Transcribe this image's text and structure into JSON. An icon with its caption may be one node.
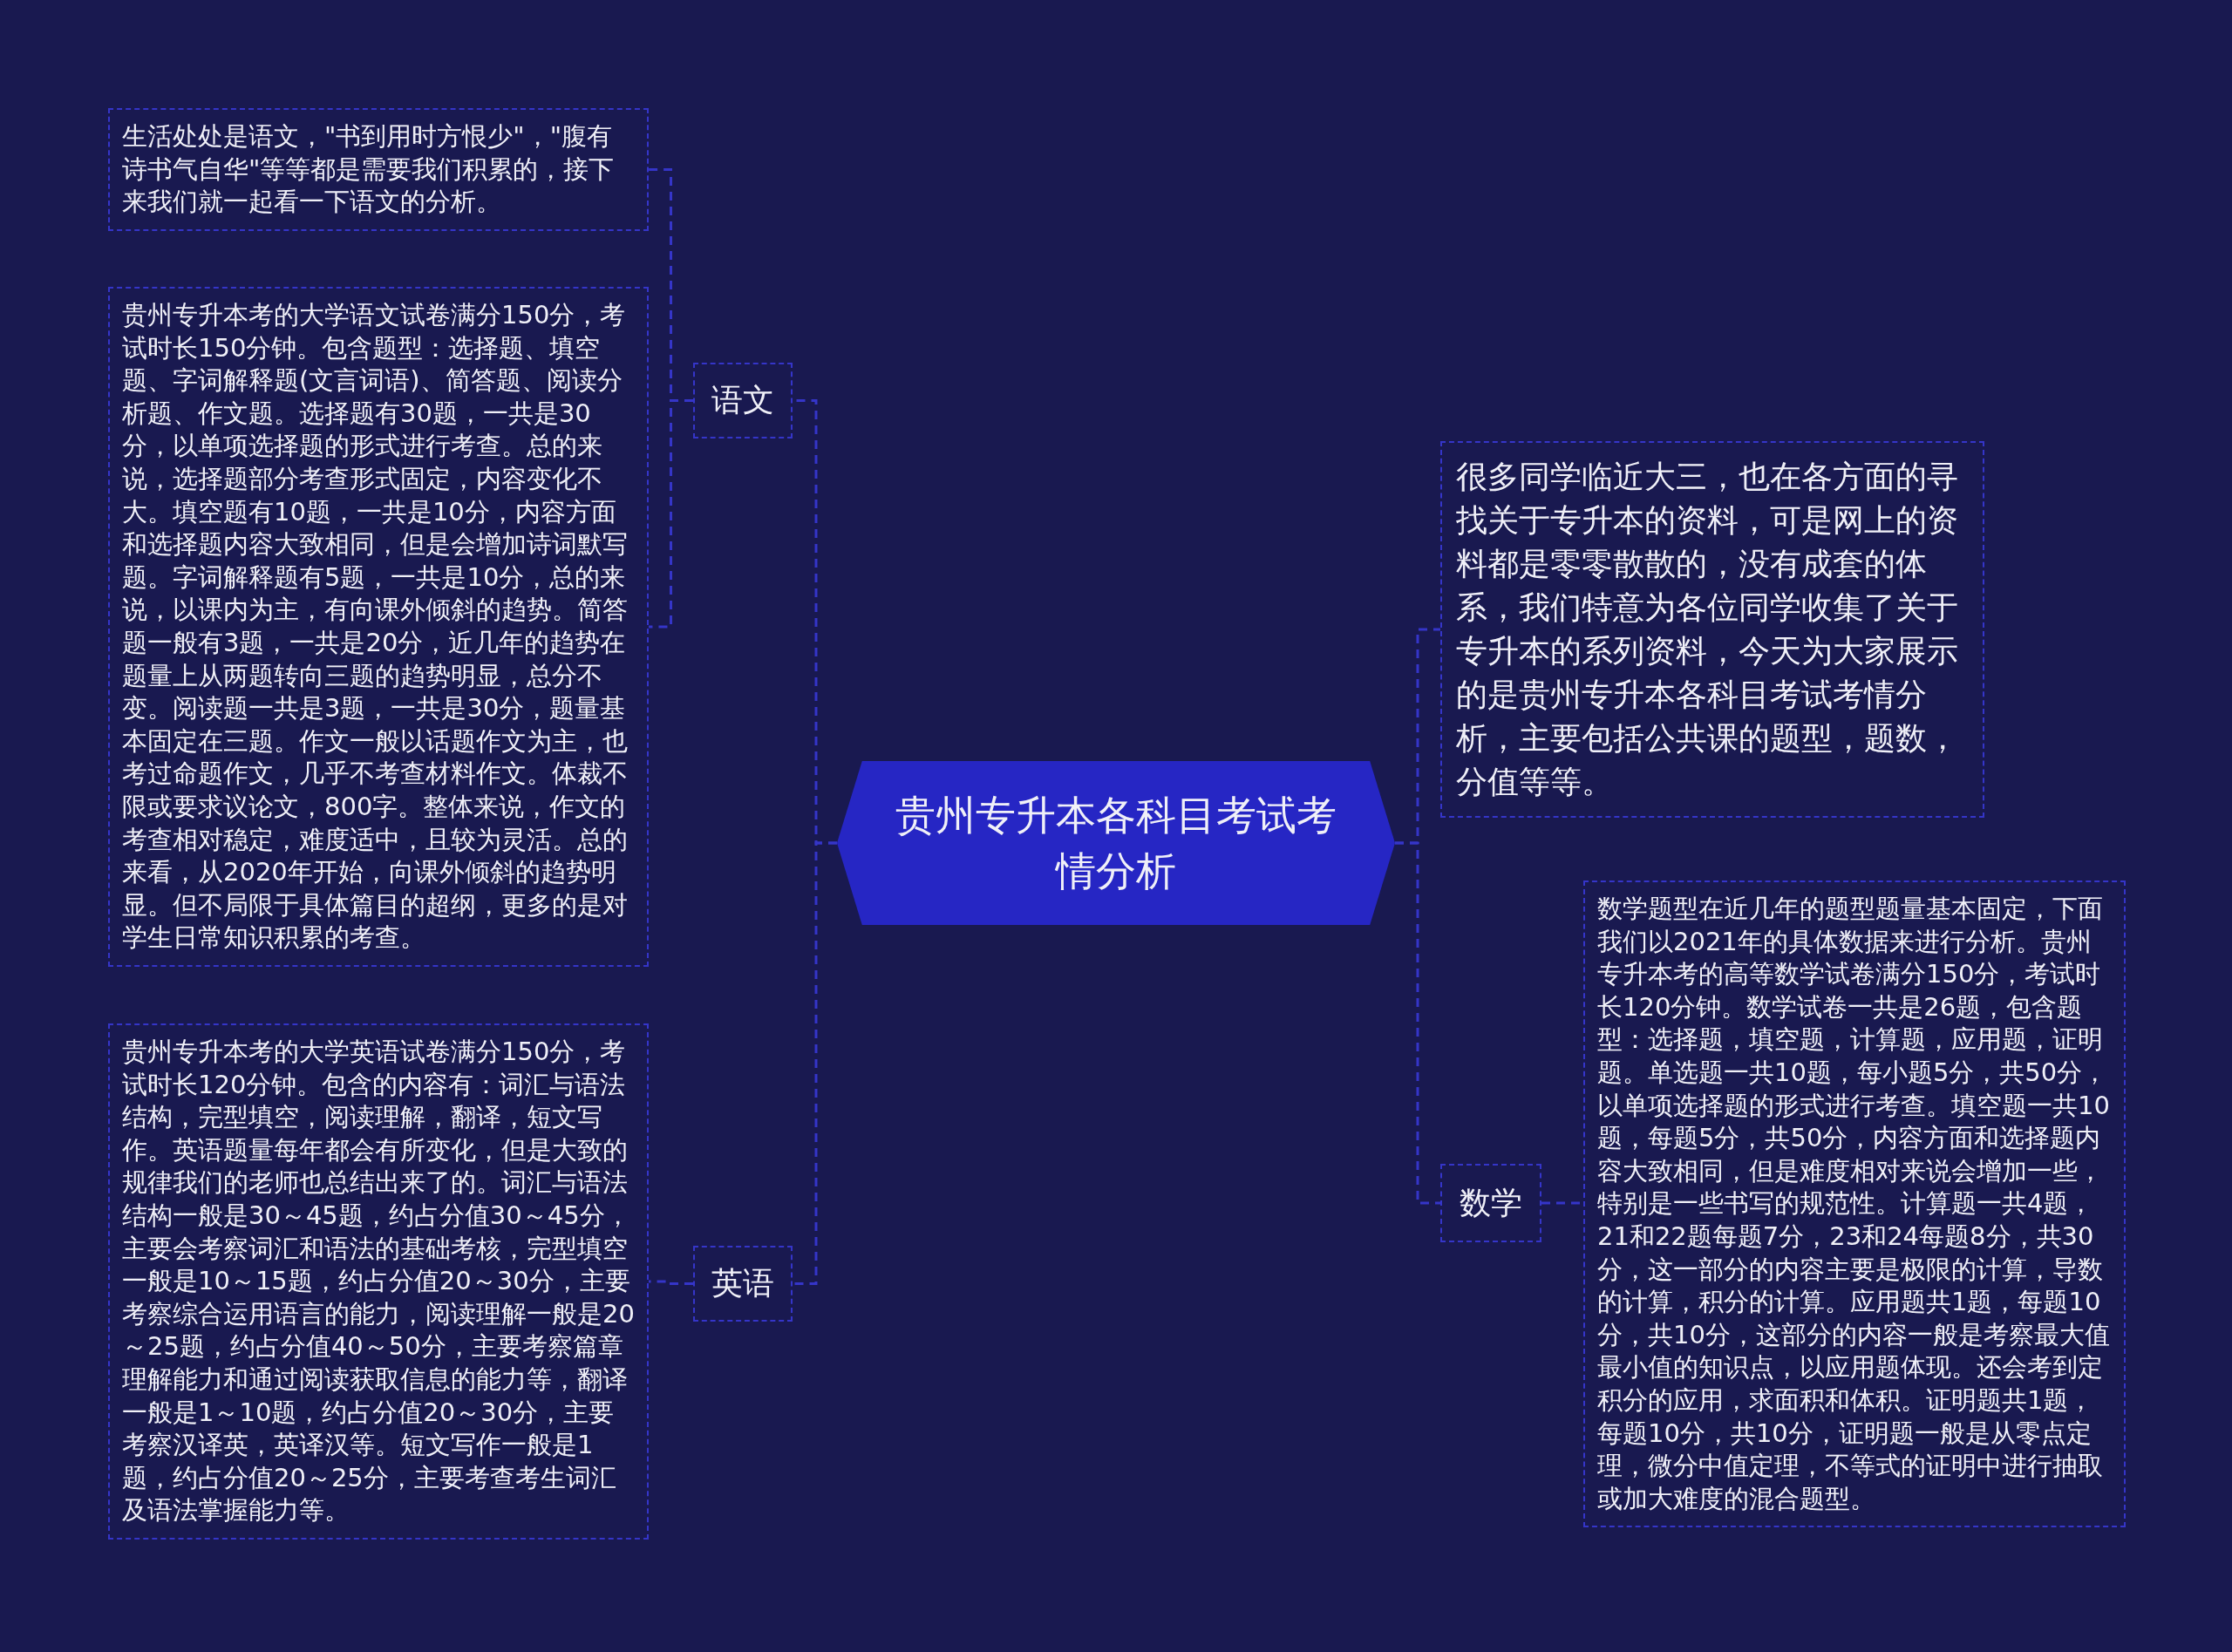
{
  "diagram": {
    "nodes": [
      {
        "text": [
          "贵州专升本各科目考试考情分析"
        ]
      },
      {
        "text": [
          "语文"
        ]
      },
      {
        "text": [
          "生活处处是语文，\"书到用时方恨少\"，\"腹有诗书气自华\"等等都是需要我们积累的，接下来我们就一起看一下语文的分析。"
        ]
      },
      {
        "text": [
          "贵州专升本考的大学语文试卷满分150分，考试时长150分钟。包含题型：选择题、填空题、字词解释题(文言词语)、简答题、阅读分析题、作文题。选择题有30题，一共是30分，以单项选择题的形式进行考查。总的来说，选择题部分考查形式固定，内容变化不大。填空题有10题，一共是10分，内容方面和选择题内容大致相同，但是会增加诗词默写题。字词解释题有5题，一共是10分，总的来说，以课内为主，有向课外倾斜的趋势。简答题一般有3题，一共是20分，近几年的趋势在题量上从两题转向三题的趋势明显，总分不变。阅读题一共是3题，一共是30分，题量基本固定在三题。作文一般以话题作文为主，也考过命题作文，几乎不考查材料作文。体裁不限或要求议论文，800字。整体来说，作文的考查相对稳定，难度适中，且较为灵活。总的来看，从2020年开始，向课外倾斜的趋势明显。但不局限于具体篇目的超纲，更多的是对学生日常知识积累的考查。"
        ]
      },
      {
        "text": [
          "英语"
        ]
      },
      {
        "text": [
          "贵州专升本考的大学英语试卷满分150分，考试时长120分钟。包含的内容有：词汇与语法结构，完型填空，阅读理解，翻译，短文写作。英语题量每年都会有所变化，但是大致的规律我们的老师也总结出来了的。词汇与语法结构一般是30～45题，约占分值30～45分，主要会考察词汇和语法的基础考核，完型填空一般是10～15题，约占分值20～30分，主要考察综合运用语言的能力，阅读理解一般是20～25题，约占分值40～50分，主要考察篇章理解能力和通过阅读获取信息的能力等，翻译一般是1～10题，约占分值20～30分，主要考察汉译英，英译汉等。短文写作一般是1题，约占分值20～25分，主要考查考生词汇及语法掌握能力等。"
        ]
      },
      {
        "text": [
          "很多同学临近大三，也在各方面的寻找关于专升本的资料，可是网上的资料都是零零散散的，没有成套的体系，我们特意为各位同学收集了关于专升本的系列资料，今天为大家展示的是贵州专升本各科目考试考情分析，主要包括公共课的题型，题数，分值等等。"
        ]
      },
      {
        "text": [
          "数学"
        ]
      },
      {
        "text": [
          "数学题型在近几年的题型题量基本固定，下面我们以2021年的具体数据来进行分析。贵州专升本考的高等数学试卷满分150分，考试时长120分钟。数学试卷一共是26题，包含题型：选择题，填空题，计算题，应用题，证明题。单选题一共10题，每小题5分，共50分，以单项选择题的形式进行考查。填空题一共10题，每题5分，共50分，内容方面和选择题内容大致相同，但是难度相对来说会增加一些，特别是一些书写的规范性。计算题一共4题，21和22题每题7分，23和24每题8分，共30分，这一部分的内容主要是极限的计算，导数的计算，积分的计算。应用题共1题，每题10分，共10分，这部分的内容一般是考察最大值最小值的知识点，以应用题体现。还会考到定积分的应用，求面积和体积。证明题共1题，每题10分，共10分，证明题一般是从零点定理，微分中值定理，不等式的证明中进行抽取或加大难度的混合题型。"
        ]
      }
    ],
    "edges": [
      {
        "from": 0,
        "to": 1,
        "arrow": "none"
      },
      {
        "from": 1,
        "to": 2,
        "arrow": "none"
      },
      {
        "from": 1,
        "to": 3,
        "arrow": "none"
      },
      {
        "from": 0,
        "to": 4,
        "arrow": "none"
      },
      {
        "from": 4,
        "to": 5,
        "arrow": "none"
      },
      {
        "from": 0,
        "to": 6,
        "arrow": "none"
      },
      {
        "from": 0,
        "to": 7,
        "arrow": "none"
      },
      {
        "from": 7,
        "to": 8,
        "arrow": "none"
      }
    ]
  }
}
